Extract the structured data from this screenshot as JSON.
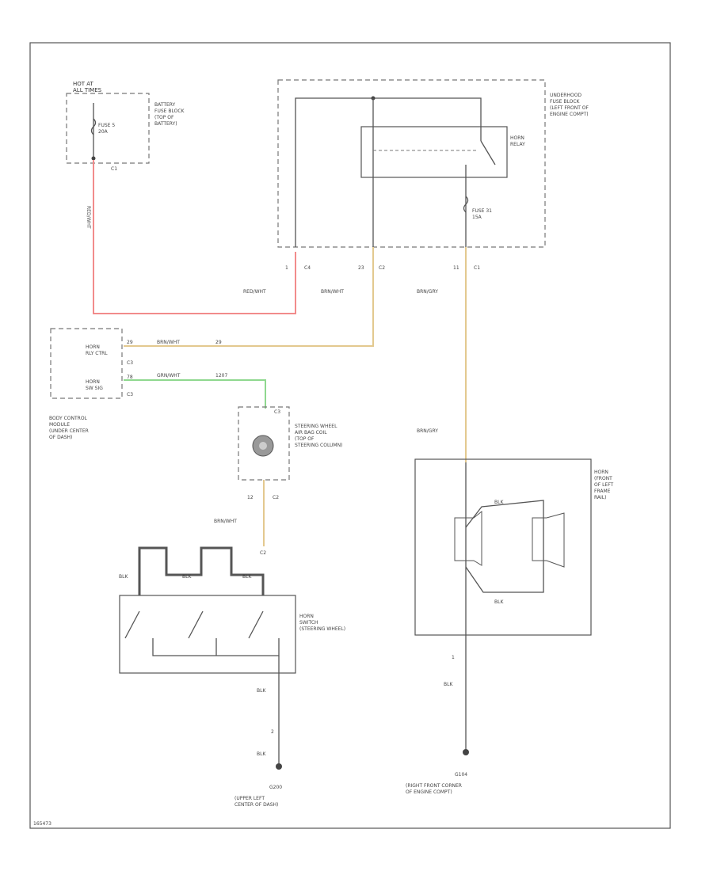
{
  "hot_at": "HOT AT\nALL TIMES",
  "battery_fuse_block": "BATTERY\nFUSE BLOCK\n(TOP OF\nBATTERY)",
  "fuse_5": "FUSE 5\n20A",
  "pin_batt_out": "C1",
  "wire_red_vertical": "RED/WHT",
  "underhood_fuse_block": "UNDERHOOD\nFUSE BLOCK\n(LEFT FRONT OF\nENGINE COMPT)",
  "horn_relay": "HORN\nRELAY",
  "fuse_31": "FUSE 31\n15A",
  "pin_1": "1",
  "conn_c4": "C4",
  "pin_23": "23",
  "conn_c2": "C2",
  "pin_11": "11",
  "conn_c1": "C1",
  "wire_red_wht": "RED/WHT",
  "wire_brn_wht_top": "BRN/WHT",
  "wire_brn_gry_top": "BRN/GRY",
  "bcm_horn_rly": "HORN\nRLY CTRL",
  "bcm_horn_sw": "HORN\nSW SIG",
  "bcm_pin_29": "29",
  "bcm_pin_78": "78",
  "bcm_conn_c3": "C3",
  "bcm_conn_c3b": "C3",
  "wire_brn_wht_29": "BRN/WHT",
  "wire_brn_wht_29b": "29",
  "wire_grn_wht_78": "GRN/WHT",
  "wire_grn_wht_78b": "1207",
  "bcm_label": "BODY CONTROL\nMODULE\n(UNDER CENTER\nOF DASH)",
  "steering_coil_pin_top": "C3",
  "steering_coil": "STEERING WHEEL\nAIR BAG COIL\n(TOP OF\nSTEERING COLUMN)",
  "coil_pin_12": "12",
  "coil_conn_c2": "C2",
  "wire_brn_wht_bottom": "BRN/WHT",
  "switch_pin": "C2",
  "wire_blk_left": "BLK",
  "wire_blk_mid": "BLK",
  "wire_blk_right": "BLK",
  "horn_switch": "HORN\nSWITCH\n(STEERING WHEEL)",
  "wire_blk_sw": "BLK",
  "pin_sw_2": "2",
  "wire_blk_down": "BLK",
  "ground_left_id": "G200",
  "ground_left": "(UPPER LEFT\nCENTER OF DASH)",
  "wire_brn_gry_horn": "BRN/GRY",
  "horn_label": "HORN\n(FRONT\nOF LEFT\nFRAME\nRAIL)",
  "horn_wire_top": "BLK",
  "horn_wire_bottom": "BLK",
  "horn_pin_1": "1",
  "wire_blk_horn": "BLK",
  "ground_right_id": "G104",
  "ground_right": "(RIGHT FRONT CORNER\nOF ENGINE COMPT)",
  "fig_code": "165473",
  "colors": {
    "red_wire": "#f28b8b",
    "tan_wire": "#e3c98f",
    "green_wire": "#8fd88f",
    "line": "#555555"
  }
}
